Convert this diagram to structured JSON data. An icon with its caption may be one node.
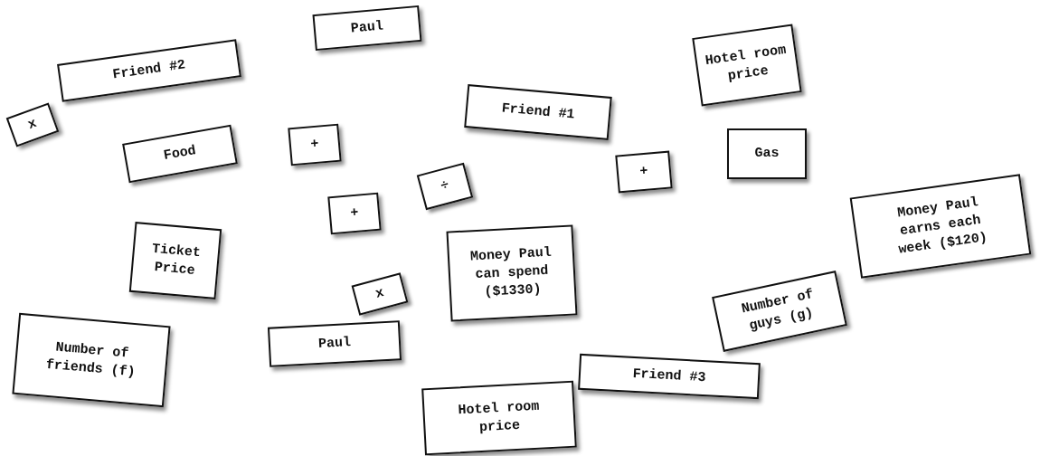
{
  "diagram": {
    "nodes": [
      {
        "text": [
          "Paul"
        ]
      },
      {
        "text": [
          "Friend #2"
        ]
      },
      {
        "text": [
          "Hotel room price"
        ]
      },
      {
        "text": [
          "x"
        ]
      },
      {
        "text": [
          "Friend #1"
        ]
      },
      {
        "text": [
          "Food"
        ]
      },
      {
        "text": [
          "+"
        ]
      },
      {
        "text": [
          "Gas"
        ]
      },
      {
        "text": [
          "÷"
        ]
      },
      {
        "text": [
          "+"
        ]
      },
      {
        "text": [
          "+"
        ]
      },
      {
        "text": [
          "Money Paul earns each week ($120)"
        ]
      },
      {
        "text": [
          "Ticket Price"
        ]
      },
      {
        "text": [
          "Money Paul can spend ($1330)"
        ]
      },
      {
        "text": [
          "x"
        ]
      },
      {
        "text": [
          "Number of guys (g)"
        ]
      },
      {
        "text": [
          "Number of friends (f)"
        ]
      },
      {
        "text": [
          "Paul"
        ]
      },
      {
        "text": [
          "Friend #3"
        ]
      },
      {
        "text": [
          "Hotel room price"
        ]
      }
    ]
  }
}
